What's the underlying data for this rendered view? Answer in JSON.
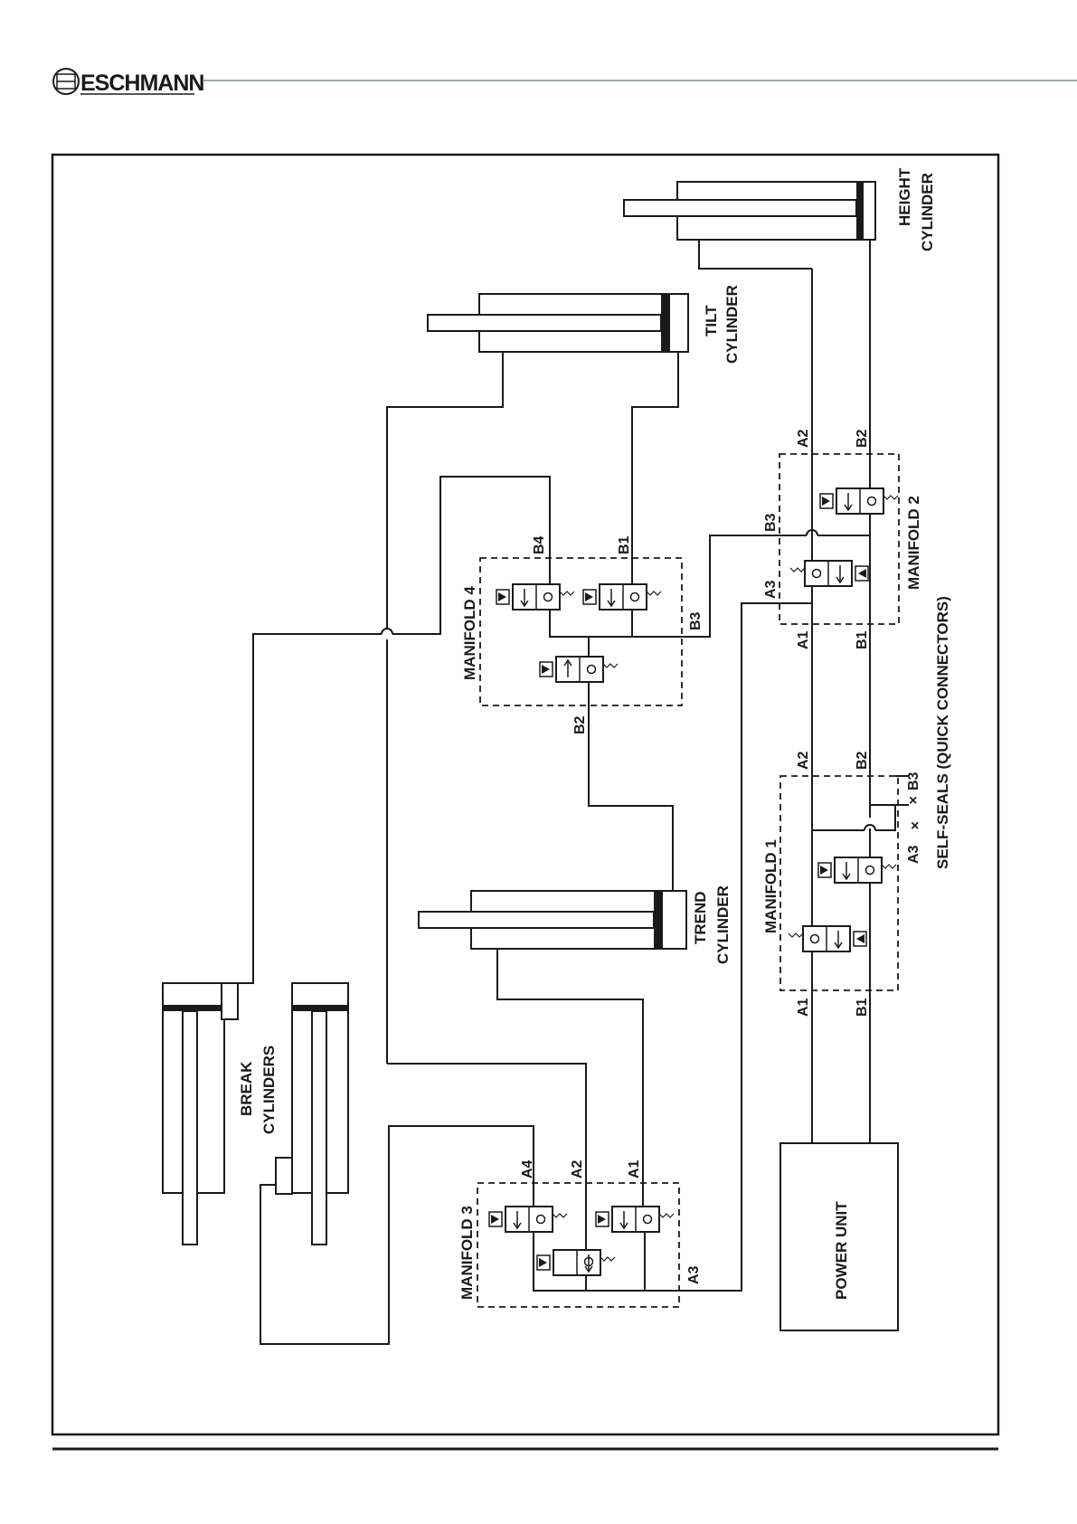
{
  "header": {
    "brand": "ESCHMANN"
  },
  "components": {
    "height_cylinder": [
      "HEIGHT",
      "CYLINDER"
    ],
    "tilt_cylinder": [
      "TILT",
      "CYLINDER"
    ],
    "trend_cylinder": [
      "TREND",
      "CYLINDER"
    ],
    "break_cylinders": [
      "BREAK",
      "CYLINDERS"
    ],
    "power_unit": "POWER UNIT",
    "manifold_1": "MANIFOLD 1",
    "manifold_2": "MANIFOLD 2",
    "manifold_3": "MANIFOLD 3",
    "manifold_4": "MANIFOLD 4",
    "self_seals": "SELF-SEALS (QUICK CONNECTORS)"
  },
  "ports": {
    "A1": "A1",
    "A2": "A2",
    "A3": "A3",
    "A4": "A4",
    "B1": "B1",
    "B2": "B2",
    "B3": "B3",
    "B4": "B4"
  },
  "colors": {
    "ink": "#1a1a1a",
    "header_rule": "#7a8a9a"
  }
}
